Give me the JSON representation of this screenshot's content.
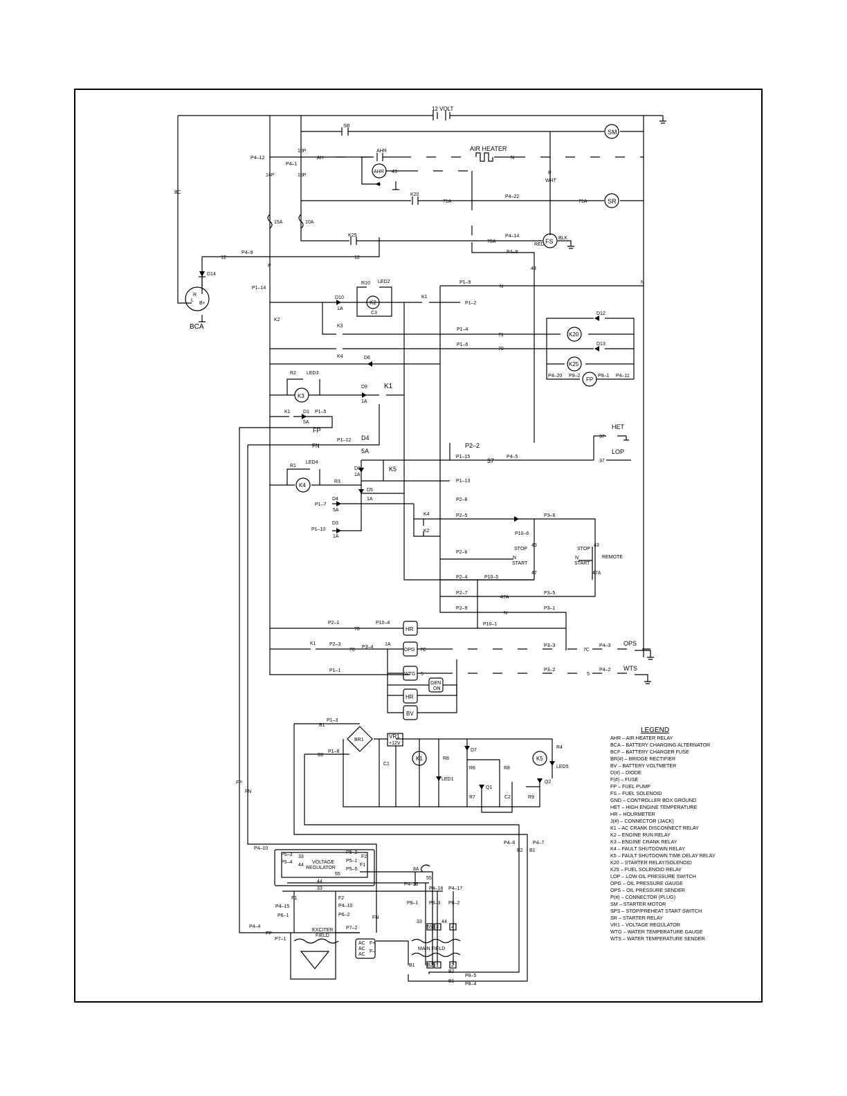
{
  "labels": {
    "battery": "12 VOLT",
    "sr_contact": "SR",
    "sm": "SM",
    "p4_12": "P4–12",
    "p4_1": "P4–1",
    "10p_a": "10P",
    "10p_b": "10P",
    "14p": "14P",
    "ah": "AH",
    "ahr_contact": "AHR",
    "air_heater": "AIR HEATER",
    "n_heater": "N",
    "ahr_coil": "AHR",
    "w43_top": "43",
    "bc": "BC",
    "p_wht": "P",
    "wht": "WHT",
    "k20_contact": "K20",
    "71a_a": "71A",
    "p4_22": "P4–22",
    "71a_b": "71A",
    "sr_coil": "SR",
    "15a": "15A",
    "10a": "10A",
    "k25_contact": "K25",
    "p4_14": "P4–14",
    "70a": "70A",
    "red": "RED",
    "fs": "FS",
    "blk": "BLK",
    "p4_9": "P4–9",
    "w12_a": "12",
    "w12_b": "12",
    "p4_8": "P4–8",
    "w43_mid": "43",
    "d14": "D14",
    "p_mid": "P",
    "p1_14": "P1–14",
    "bca_r": "R",
    "bca_l": "L",
    "bca_b": "B+",
    "bca": "BCA",
    "r10": "R10",
    "led2": "LED2",
    "p1_9": "P1–9",
    "n_a": "N",
    "n_right": "N",
    "d10": "D10",
    "d10_1a": "1A",
    "k2": "K2",
    "c3": "C3",
    "k1_contact": "K1",
    "p1_2": "P1–2",
    "k2_contact": "K2",
    "d12": "D12",
    "k3_contact": "K3",
    "p1_4": "P1–4",
    "w71": "71",
    "k20": "K20",
    "p1_6": "P1–6",
    "w70": "70",
    "d13": "D13",
    "k4_contact": "K4",
    "d6": "D6",
    "k25": "K25",
    "p4_20": "P4–20",
    "p9_2": "P9–2",
    "fp_pump": "FP",
    "p9_1": "P9–1",
    "p4_11": "P4–11",
    "r2": "R2",
    "led3": "LED3",
    "d9": "D9",
    "k1_big": "K1",
    "k3": "K3",
    "d9_1a": "1A",
    "k1_small": "K1",
    "d1": "D1",
    "p1_5": "P1–5",
    "d1_5a": "5A",
    "fp": "FP",
    "het": "HET",
    "w37_het": "37",
    "fn": "FN",
    "p1_12": "P1–12",
    "d4_big": "D4",
    "d4_5a": "5A",
    "p2_2": "P2–2",
    "lop": "LOP",
    "p1_15": "P1–15",
    "w37_mid": "37",
    "p4_5": "P4–5",
    "w37_lop": "37",
    "r1": "R1",
    "led4": "LED4",
    "d8": "D8",
    "d8_1a": "1A",
    "k5_contact": "K5",
    "k4": "K4",
    "r3": "R3",
    "p1_13": "P1–13",
    "d5": "D5",
    "d5_1a": "1A",
    "p2_8": "P2–8",
    "p1_7": "P1–7",
    "d4": "D4",
    "d4_5a_small": "5A",
    "k4_c2": "K4",
    "p2_5": "P2–5",
    "p3_6": "P3–6",
    "k2_c2": "K2",
    "p1_10": "P1–10",
    "d3": "D3",
    "d3_1a": "1A",
    "p10_6": "P10–6",
    "w43_a": "43",
    "stop_a": "STOP",
    "n_sw_a": "N",
    "start_a": "START",
    "w47": "47",
    "p2_6": "P2–6",
    "stop_b": "STOP",
    "w43_b": "43",
    "remote": "REMOTE",
    "n_sw_b": "N",
    "start_b": "START",
    "w47a_r": "47A",
    "p2_4": "P2–4",
    "p10_5": "P10–5",
    "p2_7": "P2–7",
    "w47a": "47A",
    "p3_5": "P3–5",
    "p2_9": "P2–9",
    "n_low": "N",
    "p3_1": "P3–1",
    "p2_1": "P2–1",
    "w70_b": "70",
    "p10_4": "P10–4",
    "hr_a": "HR",
    "p10_1": "P10–1",
    "k1_c3": "K1",
    "p2_3": "P2–3",
    "w70_c": "70",
    "p3_4": "P3–4",
    "w1a": "1A",
    "opg": "OPG",
    "w7c": "7C",
    "p3_3": "P3–3",
    "w7c_b": "7C",
    "p4_3": "P4–3",
    "ops": "OPS",
    "p1_1": "P1–1",
    "wtg": "WTG",
    "w5": "5",
    "p3_2": "P3–2",
    "w5_b": "5",
    "p4_2": "P4–2",
    "wts": "WTS",
    "gen_on_1": "GEN",
    "gen_on_2": "ON",
    "hr_b": "HR",
    "bv": "BV",
    "b1_top": "B1",
    "p1_3": "P1–3",
    "br1": "BR1",
    "vr1": "VR1",
    "vr1_v": "+12V",
    "b2": "B2",
    "p1_8": "P1–8",
    "c1": "C1",
    "k1_coil": "K1",
    "r8_a": "R8",
    "led1": "LED1",
    "d7": "D7",
    "r6": "R6",
    "r8_b": "R8",
    "q1": "Q1",
    "r7": "R7",
    "c2": "C2",
    "k5": "K5",
    "r4": "R4",
    "led5": "LED5",
    "q2": "Q2",
    "r9": "R9",
    "fp_vert": "FP",
    "fn_vert": "FN",
    "p4_10": "P4–10",
    "p4_6": "P4–6",
    "p4_7": "P4–7",
    "b2_r": "B2",
    "b1_r": "B1",
    "p5_3": "P5–3",
    "w33": "33",
    "vreg_1": "VOLTAGE",
    "vreg_2": "REGULATOR",
    "p5_2": "P5–2",
    "f2": "F2",
    "p5_4": "P5–4",
    "w44": "44",
    "p5_1": "P5–1",
    "f1": "F1",
    "p5_5": "P5–5",
    "w55": "55",
    "fuse_8a": "8A",
    "w55_b": "55",
    "w44_b": "44",
    "p4_16": "P4–16",
    "w33_b": "33",
    "p4_18": "P4–18",
    "p4_17": "P4–17",
    "f1_b": "F1",
    "f2_b": "F2",
    "p4_15": "P4–15",
    "p4_10b": "P4–10",
    "p6_1": "P6–1",
    "p6_2": "P6–2",
    "p8_1": "P8–1",
    "p8_3": "P8–3",
    "p8_2": "P8–2",
    "fn_low": "FN",
    "w33_c": "33",
    "w44_c": "44",
    "p4_4": "P4–4",
    "exciter_1": "EXCITER",
    "exciter_2": "FIELD",
    "p7_2": "P7–2",
    "fp_low": "FP",
    "p7_1": "P7–1",
    "ac1": "AC",
    "ac2": "AC",
    "ac3": "AC",
    "f_plus": "F+",
    "f_minus": "F–",
    "main_field": "MAIN FIELD",
    "box55": "55",
    "box3": "3",
    "box4": "4",
    "boxb2": "B2",
    "box1": "1",
    "box2": "2",
    "b1_low": "B1",
    "b2_low": "B2",
    "p8_5": "P8–5",
    "b1_low2": "B1",
    "p8_4": "P8–4"
  },
  "legend": {
    "title": "LEGEND",
    "items": [
      "AHR – AIR HEATER RELAY",
      "BCA – BATTERY CHARGING ALTERNATOR",
      "BCF – BATTERY CHARGER FUSE",
      "BR(#) – BRIDGE RECTIFIER",
      "BV – BATTERY VOLTMETER",
      "D(#) – DIODE",
      "F(#) – FUSE",
      "FP – FUEL PUMP",
      "FS – FUEL SOLENOID",
      "GND – CONTROLLER BOX GROUND",
      "HET – HIGH ENGINE TEMPERATURE",
      "HR – HOURMETER",
      "J(#) – CONNECTOR (JACK)",
      "K1 – AC CRANK DISCONNECT RELAY",
      "K2 – ENGINE RUN RELAY",
      "K3 – ENGINE CRANK RELAY",
      "K4 – FAULT SHUTDOWN RELAY",
      "K5 – FAULT SHUTDOWN TIME DELAY RELAY",
      "K20 – STARTER RELAY/SOLENOID",
      "K25 – FUEL SOLENOID RELAY",
      "LOP – LOW OIL PRESSURE SWITCH",
      "OPG – OIL PRESSURE GAUGE",
      "OPS – OIL PRESSURE SENDER",
      "P(#) – CONNECTOR (PLUG)",
      "SM – STARTER MOTOR",
      "SPS – STOP/PREHEAT START SWITCH",
      "SR – STARTER RELAY",
      "VR1 – VOLTAGE REGULATOR",
      "WTG – WATER TEMPERATURE GAUGE",
      "WTS – WATER TEMPERATURE SENDER"
    ]
  }
}
